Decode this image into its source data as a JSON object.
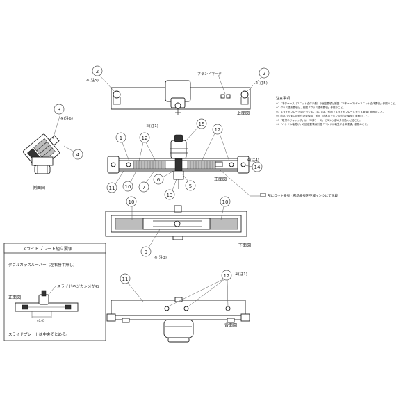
{
  "callouts": {
    "c2_left": "2",
    "c2_right": "2",
    "c3": "3",
    "c4": "4",
    "c1": "1",
    "c12_a": "12",
    "c12_b": "12",
    "c15": "15",
    "c14": "14",
    "c11": "11",
    "c10_a": "10",
    "c7": "7",
    "c6": "6",
    "c5": "5",
    "c13": "13",
    "c10_b": "10",
    "c10_c": "10",
    "c9": "9",
    "c11_b": "11",
    "c12_c": "12"
  },
  "notes_ref": {
    "note5_left": "※(注5)",
    "note5_right": "※(注5)",
    "note6": "※(注6)",
    "note1_a": "※(注1)",
    "note4": "※(注4)",
    "note3": "※(注3)",
    "note1_b": "※(注1)"
  },
  "labels": {
    "brand_mark": "ブランドマーク",
    "top_view": "上面図",
    "side_view": "側面図",
    "front_view": "正面図",
    "bottom_view": "下面図",
    "back_view": "背面図",
    "lot_note": "部にロット番号と部品番号を不滅インクにて記載"
  },
  "notes": {
    "heading": "注意事項",
    "lines": [
      "※1「本体ケース（ユニット合体チ型）の固定要領は別図「本体ケース/ギャユニット合体要領」参照のこと。",
      "※2 グリス塗布要領は、別図「グリス塗布要領」参照のこと。",
      "※3 スライドプレートの左ガシメについては、別図「スライドプレートカシメ要領」参照のこと。",
      "※4 防水パッキンの貼付け要領は、別図「防水パッキンの貼付け要領」参照のこと。",
      "※5「取付ネジキャップ」は「本体ケース」にエンジ部の外側合わせること。",
      "※6「ハンドル軸受け」の固定要領は別図「ハンドル軸受け合体要領」参照のこと。"
    ]
  },
  "inset": {
    "title": "スライドプレート組立要領",
    "subtitle": "ダブルガラスルーバー（左右勝手無し）",
    "caulk_label": "スライドネジカシメが右",
    "front_label": "正面図",
    "dimension": "40.65",
    "footer": "スライドプレートは中央でとめる。"
  },
  "colors": {
    "line": "#333333",
    "accent": "#bdbdbd"
  }
}
